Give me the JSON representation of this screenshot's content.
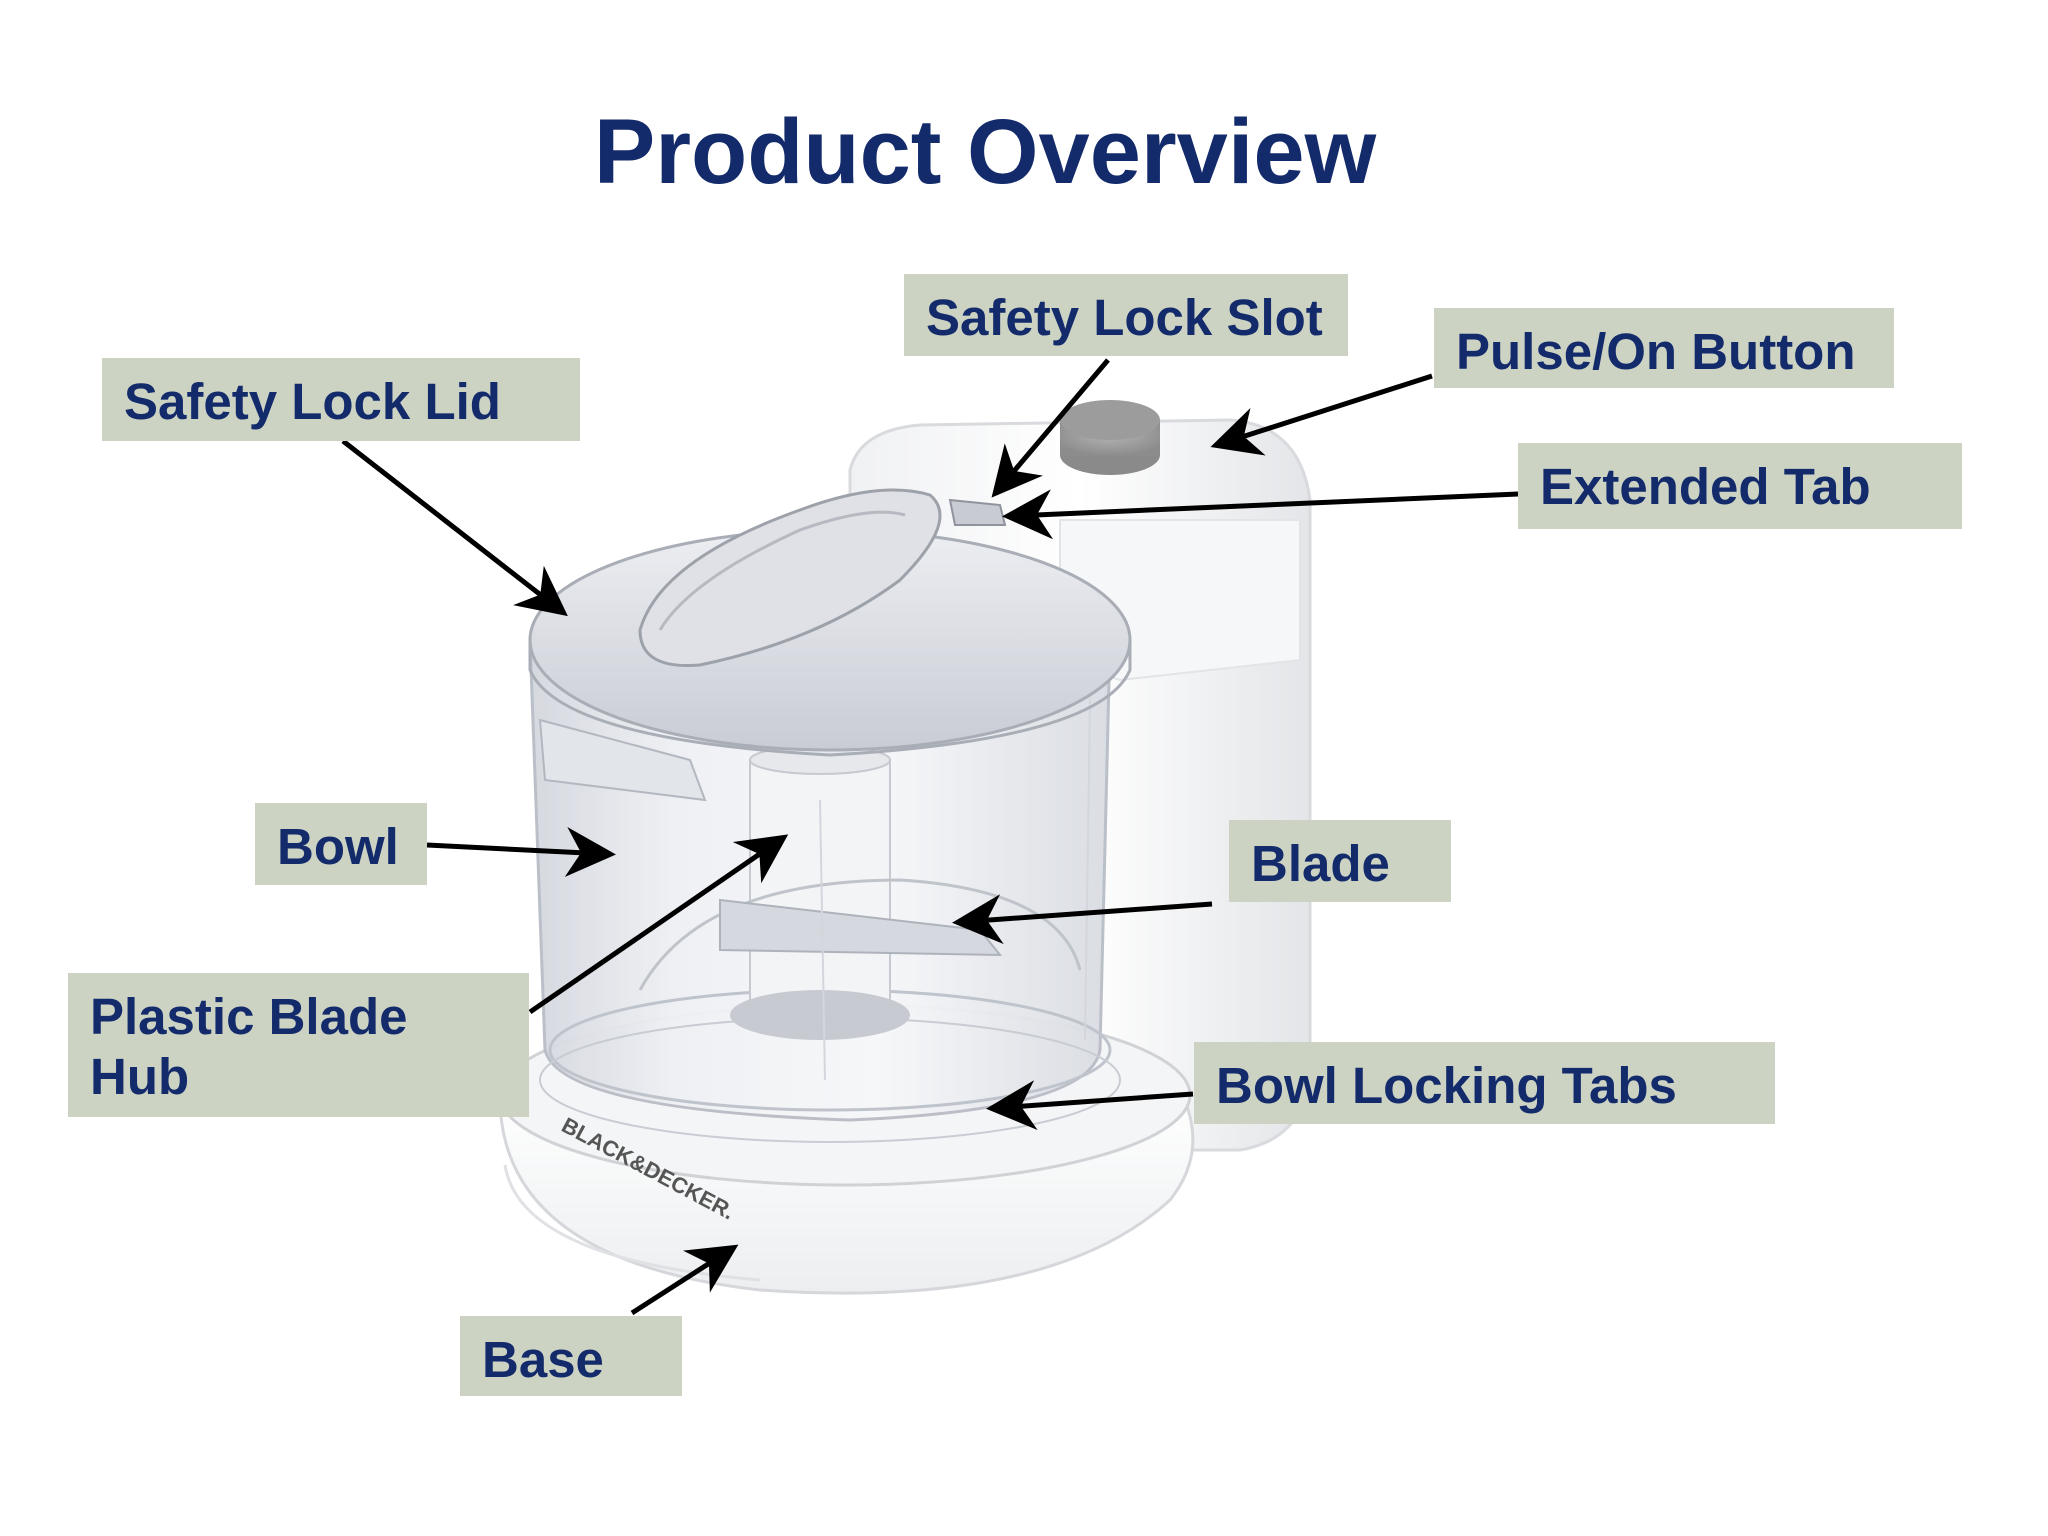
{
  "title": "Product Overview",
  "labels": {
    "safety_lock_lid": "Safety Lock Lid",
    "safety_lock_slot": "Safety Lock Slot",
    "pulse_on_button": "Pulse/On Button",
    "extended_tab": "Extended Tab",
    "bowl": "Bowl",
    "blade": "Blade",
    "plastic_blade_hub": "Plastic Blade Hub",
    "bowl_locking_tabs": "Bowl Locking Tabs",
    "base": "Base"
  },
  "brand_text": "BLACK&DECKER.",
  "colors": {
    "title": "#132a6b",
    "label_bg": "#cdd3c3",
    "label_text": "#132a6b",
    "arrow": "#000000"
  }
}
